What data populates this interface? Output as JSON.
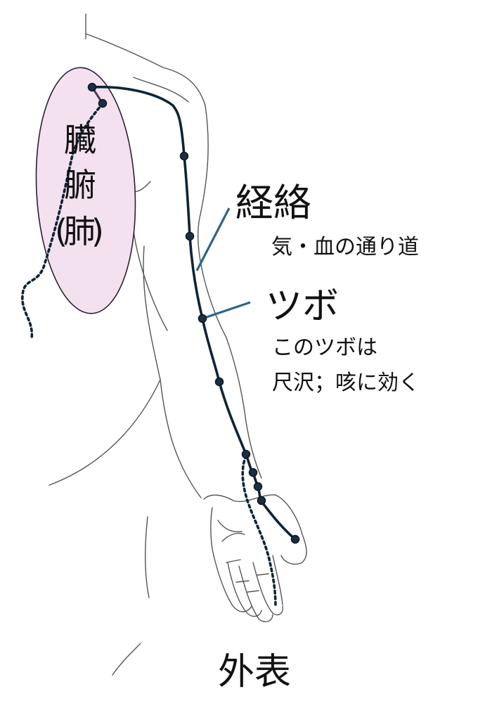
{
  "labels": {
    "organ": [
      "臓",
      "腑",
      "(肺)"
    ],
    "meridian_title": "経絡",
    "meridian_desc": "気・血の通り道",
    "acupoint_title": "ツボ",
    "acupoint_desc_1": "このツボは",
    "acupoint_desc_2": "尺沢；咳に効く",
    "exterior": "外表"
  },
  "colors": {
    "organ_fill": "#f3e1f0",
    "organ_stroke": "#2a1f33",
    "meridian_line": "#0e2436",
    "point_fill": "#1b2f42",
    "pointer_line": "#2e6488",
    "sketch_line": "#555555"
  }
}
